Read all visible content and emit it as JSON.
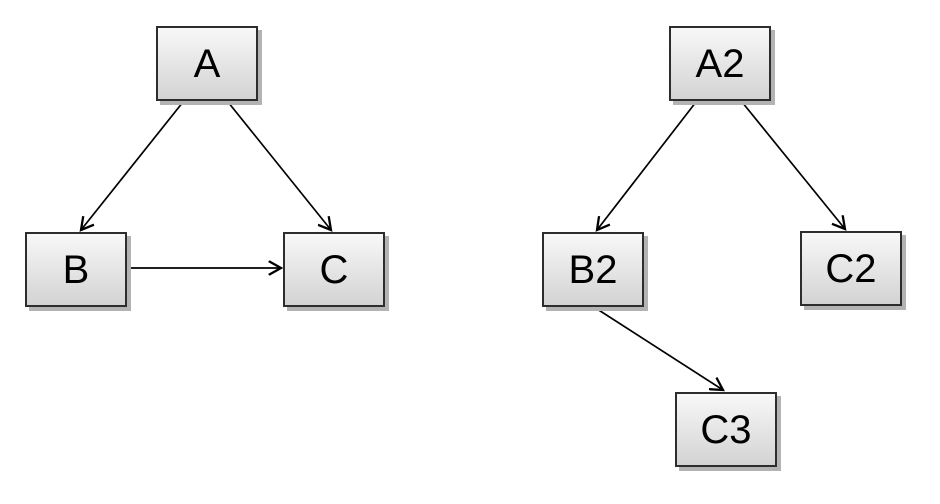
{
  "canvas": {
    "background": "#ffffff"
  },
  "style": {
    "node_fill_top": "#f8f8f8",
    "node_fill_bottom": "#d3d3d3",
    "node_border_color": "#2d2d2d",
    "node_shadow_color": "#b3b3b3",
    "edge_color": "#000000",
    "text_color": "#000000",
    "canvas_background": "#ffffff"
  },
  "graphs": [
    {
      "id": "left-graph",
      "nodes": [
        {
          "id": "A",
          "label": "A"
        },
        {
          "id": "B",
          "label": "B"
        },
        {
          "id": "C",
          "label": "C"
        }
      ],
      "edges": [
        {
          "from": "A",
          "to": "B"
        },
        {
          "from": "A",
          "to": "C"
        },
        {
          "from": "B",
          "to": "C"
        }
      ]
    },
    {
      "id": "right-graph",
      "nodes": [
        {
          "id": "A2",
          "label": "A2"
        },
        {
          "id": "B2",
          "label": "B2"
        },
        {
          "id": "C2",
          "label": "C2"
        },
        {
          "id": "C3",
          "label": "C3"
        }
      ],
      "edges": [
        {
          "from": "A2",
          "to": "B2"
        },
        {
          "from": "A2",
          "to": "C2"
        },
        {
          "from": "B2",
          "to": "C3"
        }
      ]
    }
  ]
}
